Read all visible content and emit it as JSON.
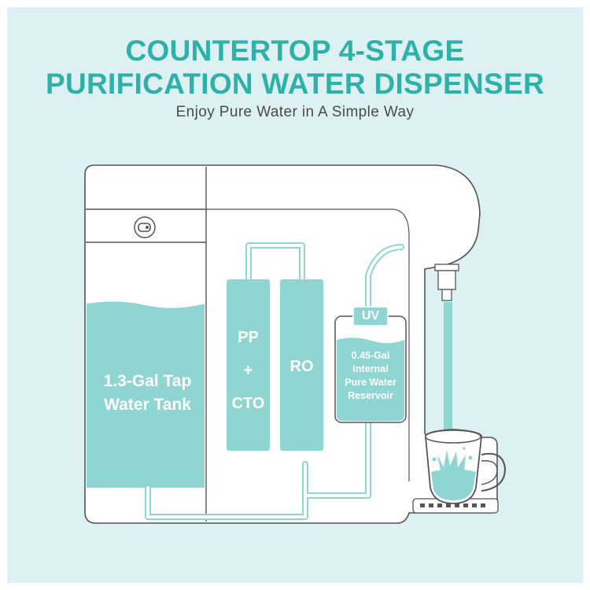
{
  "header": {
    "title_line1": "COUNTERTOP 4-STAGE",
    "title_line2": "PURIFICATION WATER DISPENSER",
    "subtitle": "Enjoy Pure Water in A Simple Way"
  },
  "labels": {
    "tank": "1.3-Gal Tap\nWater Tank",
    "filter_pp_cto": "PP\n+\nCTO",
    "filter_ro": "RO",
    "uv": "UV",
    "reservoir": "0.45-Gal\nInternal\nPure Water\nReservoir"
  },
  "colors": {
    "teal": "#8fd6d2",
    "title_teal": "#2db1a9",
    "background": "#ddf1f3",
    "outline": "#555555"
  }
}
